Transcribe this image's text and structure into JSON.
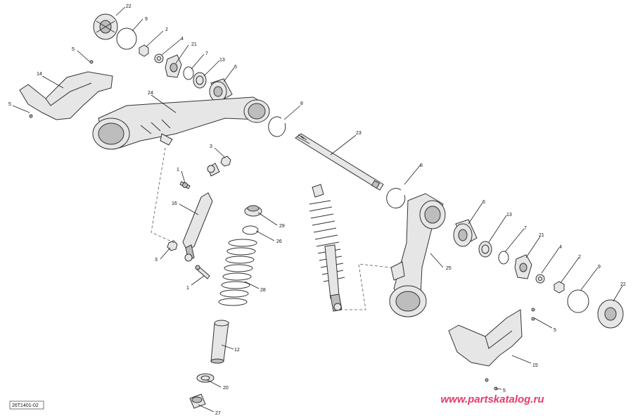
{
  "diagram": {
    "document_id": "26T1401-02",
    "watermark": "www.partskatalog.ru",
    "callouts": [
      "22",
      "9",
      "2",
      "4",
      "21",
      "7",
      "13",
      "6",
      "5",
      "14",
      "5",
      "24",
      "8",
      "23",
      "3",
      "1",
      "16",
      "3",
      "29",
      "26",
      "28",
      "1",
      "12",
      "20",
      "27",
      "8",
      "6",
      "13",
      "7",
      "21",
      "4",
      "2",
      "9",
      "22",
      "25",
      "5",
      "15",
      "5"
    ]
  }
}
